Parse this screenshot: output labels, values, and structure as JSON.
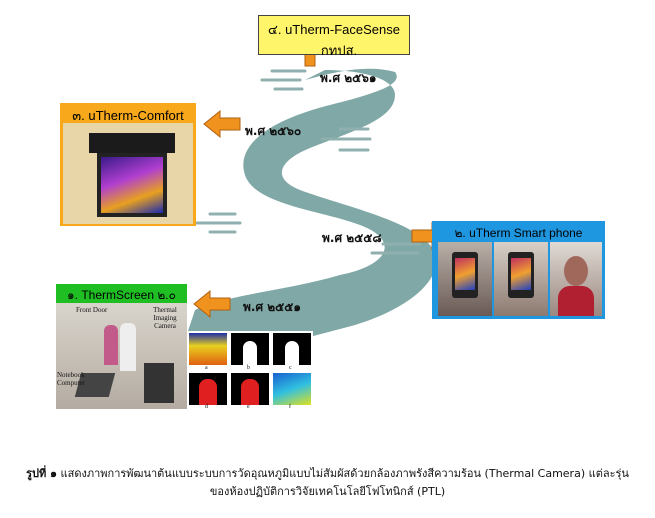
{
  "stages": [
    {
      "name": "๔. uTherm-FaceSense",
      "org": "กทปส.",
      "year": "พ.ศ ๒๕๖๑"
    },
    {
      "name": "๓. uTherm-Comfort",
      "year": "พ.ศ ๒๕๖๐"
    },
    {
      "name": "๒. uTherm Smart phone",
      "year": "พ.ศ ๒๕๕๘"
    },
    {
      "name": "๑. ThermScreen ๒.๐",
      "year": "พ.ศ ๒๕๕๑"
    }
  ],
  "photo_labels": {
    "front_door": "Front Door",
    "thermal_camera": "Thermal Imaging Camera",
    "notebook": "Notebook Computer",
    "panel_letters": [
      "a",
      "b",
      "c",
      "d",
      "e",
      "f"
    ]
  },
  "caption": {
    "prefix": "รูปที่ ๑",
    "line1": "แสดงภาพการพัฒนาต้นแบบระบบการวัดอุณหภูมิแบบไม่สัมผัสด้วยกล้องภาพรังสีความร้อน (Thermal Camera) แต่ละรุ่น",
    "line2": "ของห้องปฏิบัติการวิจัยเทคโนโลยีโฟโทนิกส์ (PTL)"
  },
  "colors": {
    "road": "#7fa8a6",
    "arrow": "#f0921e",
    "box_yellow": "#fff56a",
    "box_orange": "#f7a81b",
    "box_blue": "#1e96e0",
    "box_green": "#1fbf24"
  }
}
